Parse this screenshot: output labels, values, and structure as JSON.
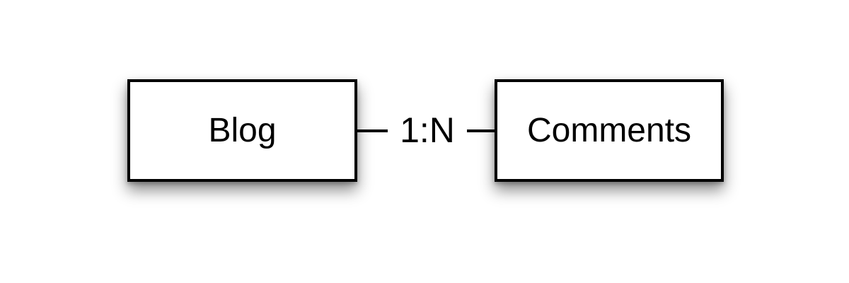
{
  "diagram": {
    "type": "entity-relationship",
    "entities": [
      {
        "id": "blog",
        "label": "Blog"
      },
      {
        "id": "comments",
        "label": "Comments"
      }
    ],
    "relationship": {
      "label": "1:N",
      "from": "blog",
      "to": "comments"
    },
    "colors": {
      "background": "#ffffff",
      "box_fill": "#ffffff",
      "box_border": "#000000",
      "text": "#000000",
      "connector": "#000000",
      "shadow": "rgba(0,0,0,0.45)"
    }
  }
}
